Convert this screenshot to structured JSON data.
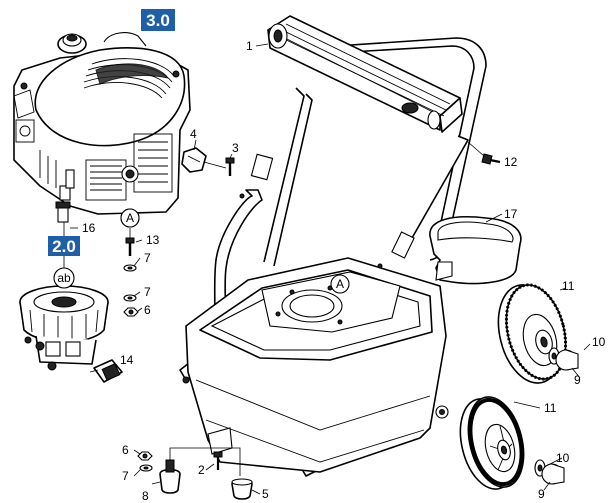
{
  "sections": [
    {
      "id": "engine",
      "label": "3.0",
      "color": "#1f5fa8"
    },
    {
      "id": "pump",
      "label": "2.0",
      "color": "#1f5fa8"
    }
  ],
  "reference_marks": {
    "a": "A",
    "ab": "ab"
  },
  "callouts": {
    "p1": "1",
    "p2": "2",
    "p3": "3",
    "p4": "4",
    "p5": "5",
    "p6a": "6",
    "p6b": "6",
    "p7a": "7",
    "p7b": "7",
    "p7c": "7",
    "p8": "8",
    "p9a": "9",
    "p9b": "9",
    "p10a": "10",
    "p10b": "10",
    "p11a": "11",
    "p11b": "11",
    "p12": "12",
    "p13": "13",
    "p14": "14",
    "p16": "16",
    "p17": "17"
  }
}
